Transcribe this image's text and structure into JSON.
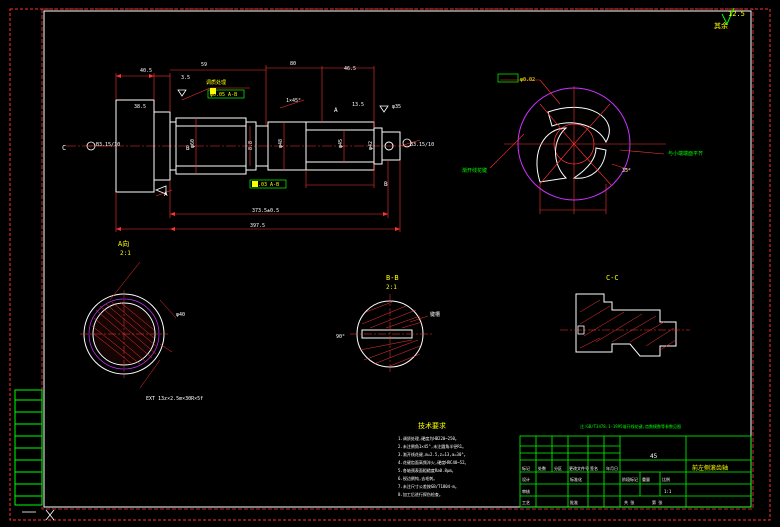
{
  "drawing": {
    "roughness": "12.5",
    "roughness_suffix": "其余",
    "main_view": {
      "dims_top": [
        "40.5",
        "3.5",
        "59",
        "80",
        "46.5"
      ],
      "dim_label_left": "38.5",
      "dim_label_mid": "8.8",
      "dim_label_right": "13.5",
      "diameters": [
        "φ60",
        "φ48",
        "φ45",
        "φ42",
        "φ35"
      ],
      "tolerance_callouts": [
        "φ0.05 A-B",
        "φ0.03 A-B"
      ],
      "length_dims": [
        "373.5±0.5",
        "397.5"
      ],
      "section_c": "C",
      "section_b": "B",
      "section_a": "A",
      "center_left": "B3.15/10",
      "center_right": "B3.15/10",
      "chamfer": "1×45°",
      "note_heat": "调质处理",
      "datum_a": "A",
      "datum_b": "B"
    },
    "spiral_view": {
      "label_top": "φ0.02",
      "label_left": "渐开线花键",
      "label_right": "与小端端面平齐",
      "angle": "35°"
    },
    "view_a": {
      "title": "A向",
      "scale": "2:1",
      "spline_note": "EXT 13z×2.5m×30R×5f",
      "dim": "φ40"
    },
    "view_b": {
      "title": "B-B",
      "scale": "2:1",
      "note": "键槽",
      "angle": "90°"
    },
    "view_c": {
      "title": "C-C"
    }
  },
  "tech_req": {
    "title": "技术要求",
    "items": [
      "1.调质处理,硬度为HB220~250。",
      "2.未注倒角1×45°,未注圆角半径R1。",
      "3.渐开线花键,m=2.5,z=13,α=30°。",
      "4.花键齿面高频淬火,硬度HRC48~52。",
      "5.各轴颈表面粗糙度Ra0.8μm。",
      "6.锐边倒钝,去毛刺。",
      "7.未注尺寸公差按GB/T1804-m。",
      "8.加工后进行探伤检查。"
    ],
    "top_note": "注:GB/T3478.1-1995渐开线花键,齿数模数等参数见图"
  },
  "title_block": {
    "material": "45",
    "part_name": "前左侧滚齿轴",
    "row1": [
      "标记",
      "处数",
      "分区",
      "更改文件号",
      "签名",
      "年月日"
    ],
    "row2": [
      "设计",
      "",
      "标准化",
      "",
      "阶段标记",
      "重量",
      "比例"
    ],
    "row3": [
      "审核",
      "",
      "",
      "",
      "",
      "",
      "1:1"
    ],
    "row4": [
      "工艺",
      "",
      "批准",
      "",
      "共 张",
      "第 张"
    ]
  }
}
